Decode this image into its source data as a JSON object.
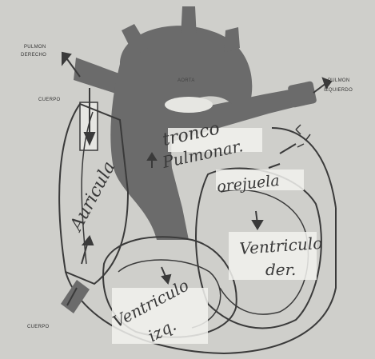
{
  "labels": {
    "pulmon_derecho_1": "PULMON",
    "pulmon_derecho_2": "DERECHO",
    "pulmon_izquierdo_1": "PULMON",
    "pulmon_izquierdo_2": "IZQUIERDO",
    "cuerpo_top": "CUERPO",
    "cuerpo_bottom": "CUERPO",
    "aorta": "AORTA"
  },
  "handwritten": {
    "auricula": "Auricula",
    "tronco": "tronco",
    "pulmonar": "Pulmonar.",
    "orejuela": "orejuela",
    "ventriculo_der_1": "Ventriculo",
    "ventriculo_der_2": "der.",
    "ventriculo_izq_1": "Ventriculo",
    "ventriculo_izq_2": "izq."
  },
  "colors": {
    "background": "#cfcfcb",
    "vessel": "#6b6b6b",
    "line": "#3a3a3a",
    "label_box": "#f2f2ef"
  }
}
